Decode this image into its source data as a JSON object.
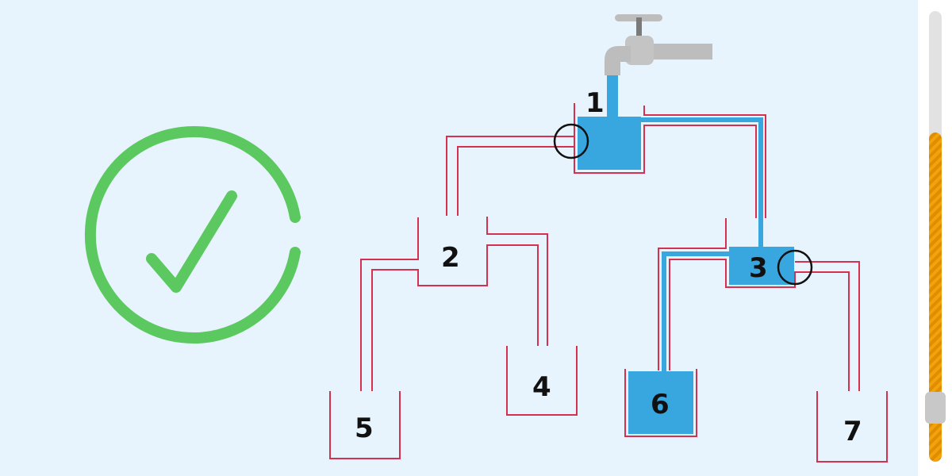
{
  "game": {
    "status": "solved",
    "tanks": [
      {
        "label": "1",
        "filled": true
      },
      {
        "label": "2",
        "filled": false
      },
      {
        "label": "3",
        "filled": true
      },
      {
        "label": "4",
        "filled": false
      },
      {
        "label": "5",
        "filled": false
      },
      {
        "label": "6",
        "filled": true
      },
      {
        "label": "7",
        "filled": false
      }
    ],
    "valves": [
      "tank-1-left-valve",
      "tank-3-right-valve"
    ]
  },
  "progress": {
    "fraction": 0.73,
    "knob_fraction": 0.12
  },
  "colors": {
    "background": "#e8f4fd",
    "water": "#38a6df",
    "pipe": "#d4304f",
    "success": "#5cc860",
    "progress": "#f2a20c"
  },
  "icons": {
    "success": "checkmark-circle-icon",
    "faucet": "faucet-icon"
  }
}
